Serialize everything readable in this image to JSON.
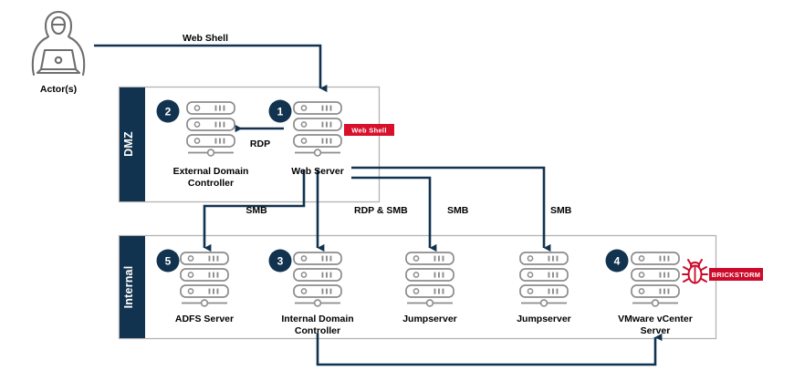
{
  "diagram": {
    "title": "Attack path diagram",
    "colors": {
      "navy": "#12334f",
      "navy_dark": "#0f2d45",
      "red": "#d8102b",
      "brick_red": "#cc0a2a",
      "gray_line": "#b3b3b3",
      "icon_gray": "#8c8c8c",
      "text": "#000000",
      "white": "#ffffff"
    },
    "actor": {
      "label": "Actor(s)",
      "icon": "hooded-actor-laptop-icon"
    },
    "zones": [
      {
        "id": "dmz",
        "label": "DMZ"
      },
      {
        "id": "internal",
        "label": "Internal"
      }
    ],
    "nodes": [
      {
        "id": "ext-dc",
        "zone": "dmz",
        "step": "2",
        "label_line1": "External Domain",
        "label_line2": "Controller",
        "icon": "server-rack-icon",
        "badge": null
      },
      {
        "id": "web",
        "zone": "dmz",
        "step": "1",
        "label_line1": "Web Server",
        "label_line2": "",
        "icon": "server-rack-icon",
        "badge": "Web Shell"
      },
      {
        "id": "adfs",
        "zone": "internal",
        "step": "5",
        "label_line1": "ADFS Server",
        "label_line2": "",
        "icon": "server-rack-icon",
        "badge": null
      },
      {
        "id": "int-dc",
        "zone": "internal",
        "step": "3",
        "label_line1": "Internal Domain",
        "label_line2": "Controller",
        "icon": "server-rack-icon",
        "badge": null
      },
      {
        "id": "jump1",
        "zone": "internal",
        "step": "",
        "label_line1": "Jumpserver",
        "label_line2": "",
        "icon": "server-rack-icon",
        "badge": null
      },
      {
        "id": "jump2",
        "zone": "internal",
        "step": "",
        "label_line1": "Jumpserver",
        "label_line2": "",
        "icon": "server-rack-icon",
        "badge": null
      },
      {
        "id": "vcenter",
        "zone": "internal",
        "step": "4",
        "label_line1": "VMware vCenter",
        "label_line2": "Server",
        "icon": "server-rack-icon",
        "badge": "BRICKSTORM"
      }
    ],
    "badges": [
      {
        "id": "web-shell-badge",
        "text": "Web Shell",
        "color": "#d8102b"
      },
      {
        "id": "brickstorm-badge",
        "text": "BRICKSTORM",
        "color": "#cc0a2a",
        "icon": "bug-icon"
      }
    ],
    "connections": [
      {
        "id": "actor-to-web",
        "label": "Web Shell",
        "from": "actor",
        "to": "web"
      },
      {
        "id": "web-to-extdc",
        "label": "RDP",
        "from": "web",
        "to": "ext-dc"
      },
      {
        "id": "web-to-adfs",
        "label": "SMB",
        "from": "web",
        "to": "adfs"
      },
      {
        "id": "web-to-intdc",
        "label": "RDP & SMB",
        "from": "web",
        "to": "int-dc"
      },
      {
        "id": "web-to-jump1",
        "label": "SMB",
        "from": "web",
        "to": "jump1"
      },
      {
        "id": "web-to-jump2",
        "label": "SMB",
        "from": "web",
        "to": "jump2"
      },
      {
        "id": "intdc-to-vcenter",
        "label": "",
        "from": "int-dc",
        "to": "vcenter"
      }
    ]
  }
}
